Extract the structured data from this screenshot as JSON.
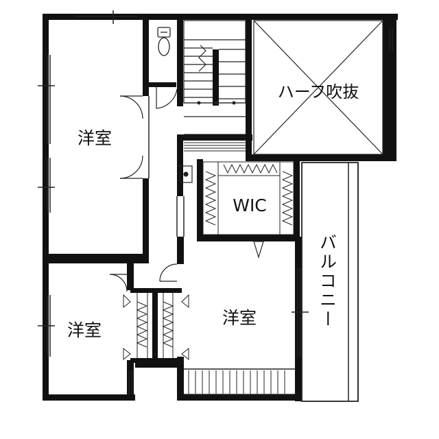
{
  "rooms": {
    "western_room_1": "洋室",
    "western_room_2": "洋室",
    "western_room_3": "洋室",
    "wic": "WIC",
    "half_atrium": "ハーフ吹抜",
    "balcony": "バルコニー"
  },
  "colors": {
    "wall": "#111111",
    "line": "#222222",
    "background": "#ffffff"
  }
}
